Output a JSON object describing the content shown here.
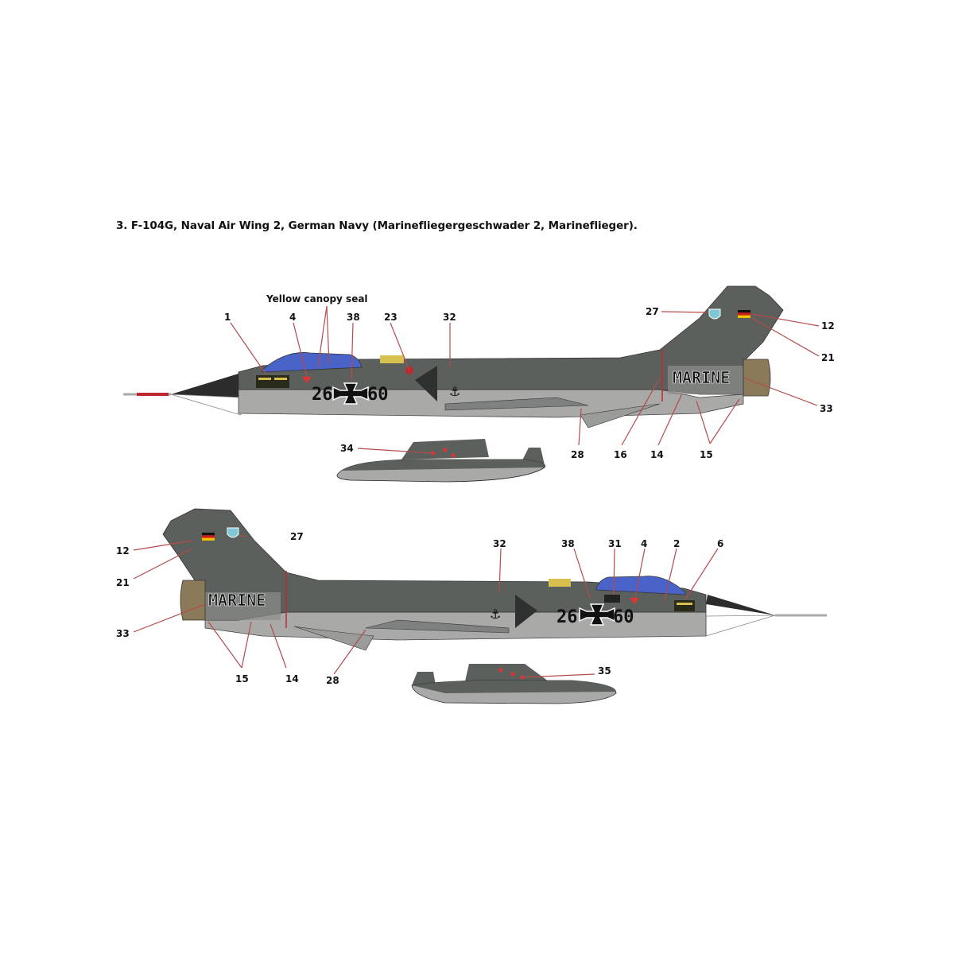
{
  "title": "3. F-104G, Naval Air Wing 2, German Navy (Marinefliegergeschwader 2, Marineflieger).",
  "colors": {
    "upper_gray": "#5b605c",
    "lower_gray": "#a9aaa8",
    "canopy_blue": "#4a63c8",
    "leader_line": "#b54a4a",
    "pitot_red": "#c0282f",
    "yellow_panel": "#d8c050",
    "flag_black": "#111111",
    "flag_red": "#d01a1a",
    "flag_gold": "#f2c200",
    "badge_cyan": "#7fc6d6"
  },
  "top_profile": {
    "annotation": "Yellow canopy seal",
    "serial_left": "26",
    "serial_right": "60",
    "marine_text": "MARINE",
    "callouts": [
      "1",
      "4",
      "38",
      "23",
      "32",
      "27",
      "12",
      "21",
      "33",
      "16",
      "14",
      "15",
      "28"
    ],
    "tank_callout": "34"
  },
  "bottom_profile": {
    "serial_left": "26",
    "serial_right": "60",
    "marine_text": "MARINE",
    "callouts": [
      "12",
      "21",
      "27",
      "33",
      "15",
      "14",
      "28",
      "32",
      "38",
      "31",
      "4",
      "2",
      "6"
    ],
    "tank_callout": "35"
  }
}
